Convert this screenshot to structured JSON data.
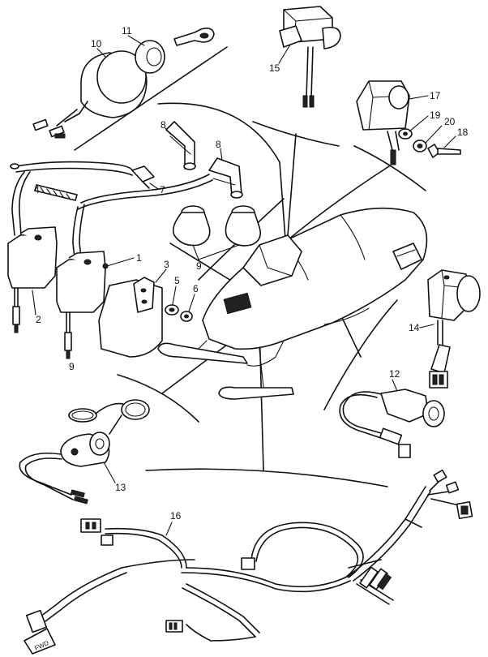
{
  "diagram": {
    "callouts": {
      "c1": "1",
      "c2": "2",
      "c3": "3",
      "c4": "4",
      "c5": "5",
      "c6": "6",
      "c7": "7",
      "c8a": "8",
      "c8b": "8",
      "c9a": "9",
      "c9b": "9",
      "c10": "10",
      "c11": "11",
      "c12": "12",
      "c13": "13",
      "c14": "14",
      "c15": "15",
      "c16": "16",
      "c17": "17",
      "c18": "18",
      "c19": "19",
      "c20": "20"
    },
    "connector_tag": "FWD"
  }
}
